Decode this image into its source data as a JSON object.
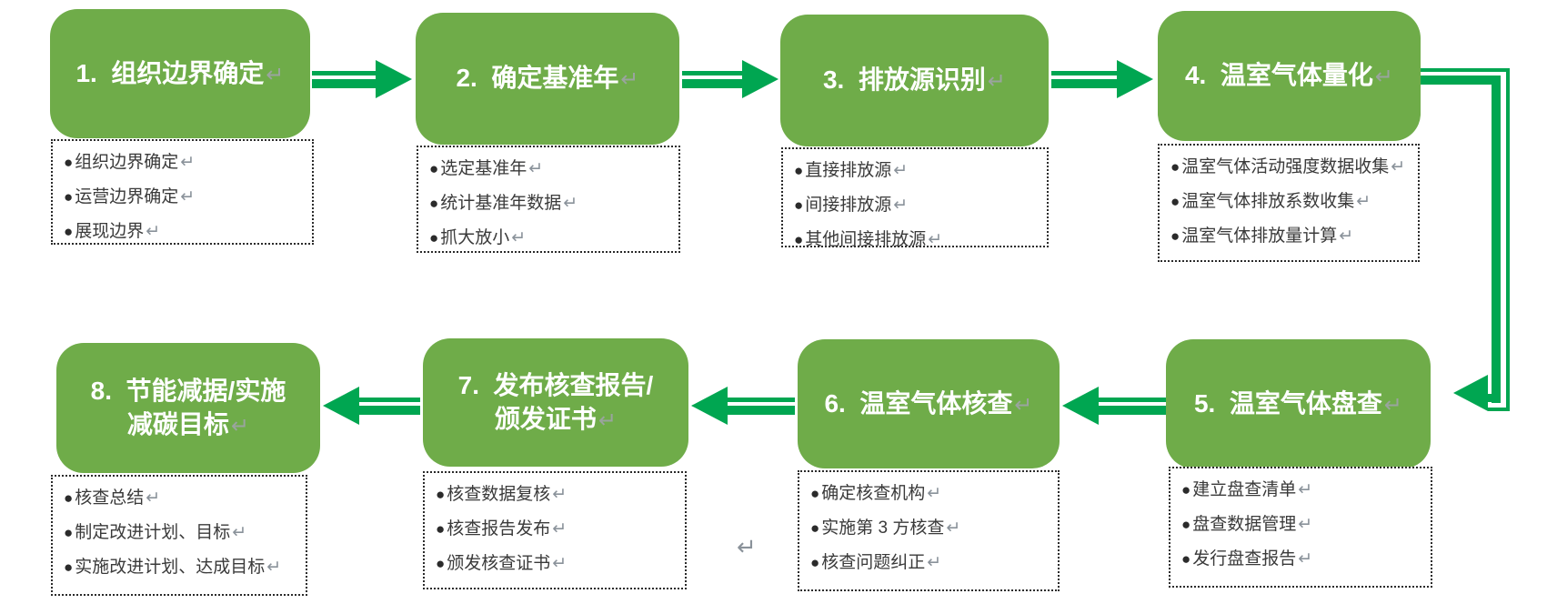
{
  "diagram_title": "温室气体核查流程图",
  "marks": {
    "return": "↵",
    "bullet": "●"
  },
  "colors": {
    "box_green": "#6FAC49",
    "arrow_green": "#00A651",
    "item_text": "#3A3A3A",
    "mark_gray": "#8A929A",
    "title_text": "#FFFFFF"
  },
  "steps": [
    {
      "title": "1.  组织边界确定",
      "items": [
        "组织边界确定",
        "运营边界确定",
        "展现边界"
      ]
    },
    {
      "title": "2.  确定基准年",
      "items": [
        "选定基准年",
        "统计基准年数据",
        "抓大放小"
      ]
    },
    {
      "title": "3.  排放源识别",
      "items": [
        "直接排放源",
        "间接排放源",
        "其他间接排放源"
      ]
    },
    {
      "title": "4.  温室气体量化",
      "items": [
        "温室气体活动强度数据收集",
        "温室气体排放系数收集",
        "温室气体排放量计算"
      ]
    },
    {
      "title": "5.  温室气体盘查",
      "items": [
        "建立盘查清单",
        "盘查数据管理",
        "发行盘查报告"
      ]
    },
    {
      "title": "6.  温室气体核查",
      "items": [
        "确定核查机构",
        "实施第 3 方核查",
        "核查问题纠正"
      ]
    },
    {
      "title": "7.  发布核查报告/\n颁发证书",
      "items": [
        "核查数据复核",
        "核查报告发布",
        "颁发核查证书"
      ]
    },
    {
      "title": "8.  节能减据/实施\n减碳目标",
      "items": [
        "核查总结",
        "制定改进计划、目标",
        "实施改进计划、达成目标"
      ]
    }
  ]
}
